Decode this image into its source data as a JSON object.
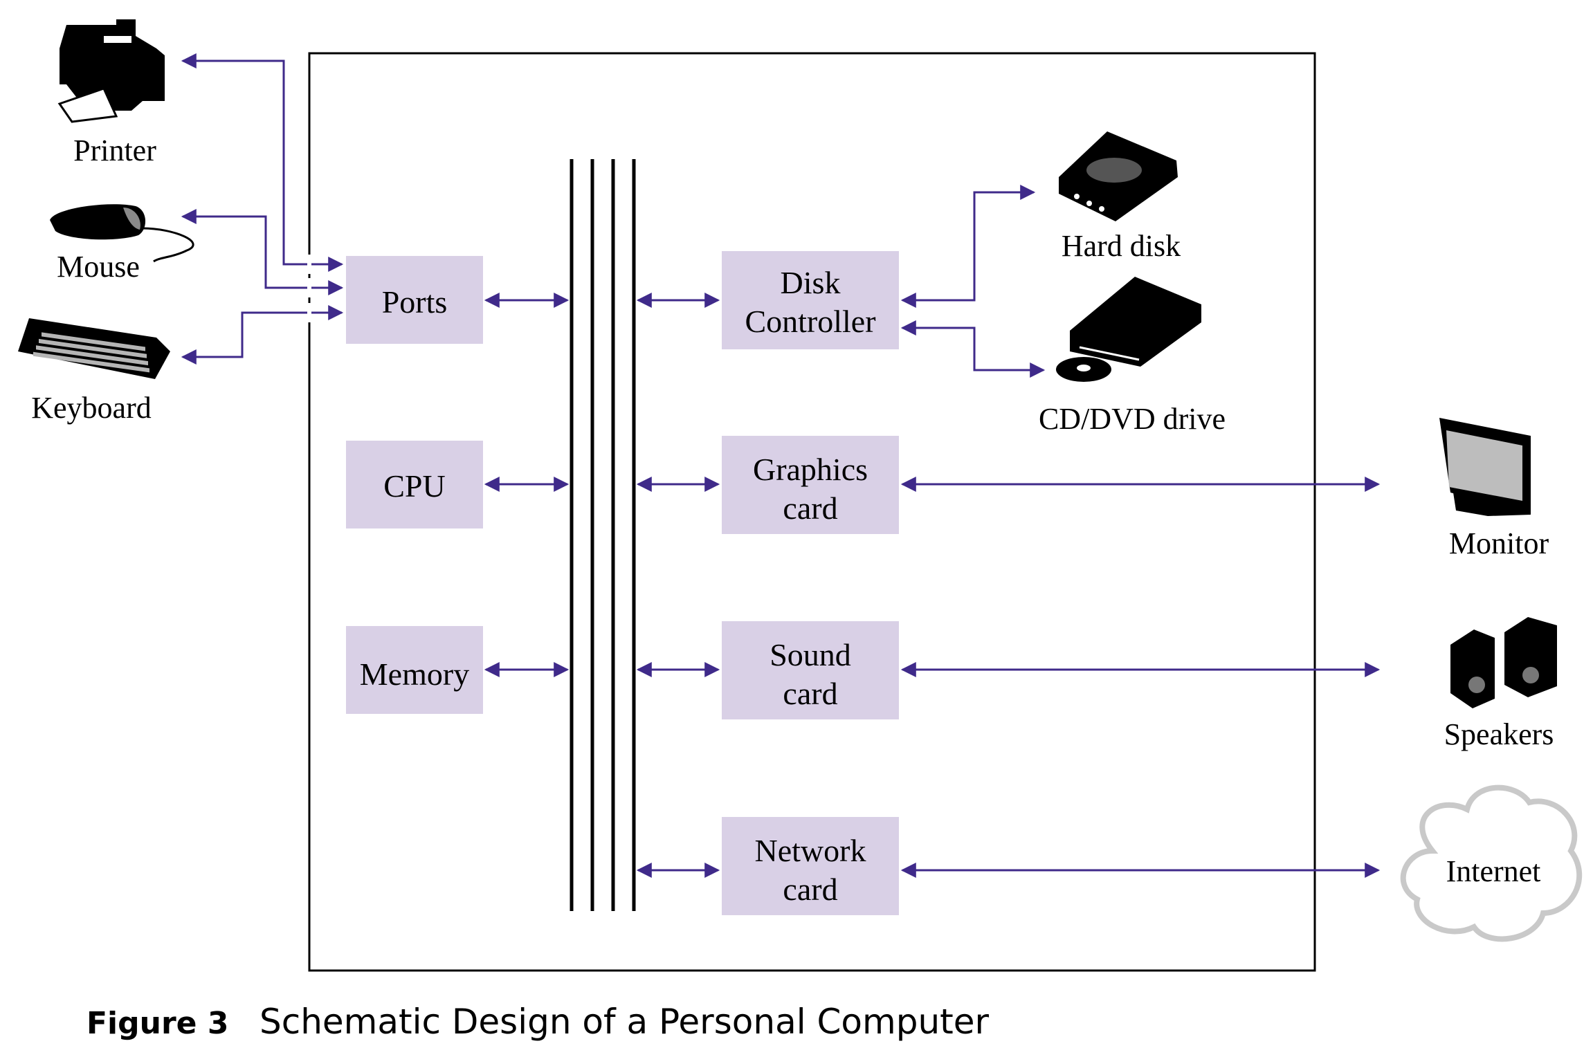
{
  "components": {
    "ports": "Ports",
    "cpu": "CPU",
    "memory": "Memory",
    "disk_controller": [
      "Disk",
      "Controller"
    ],
    "graphics_card": [
      "Graphics",
      "card"
    ],
    "sound_card": [
      "Sound",
      "card"
    ],
    "network_card": [
      "Network",
      "card"
    ]
  },
  "devices": {
    "printer": "Printer",
    "mouse": "Mouse",
    "keyboard": "Keyboard",
    "hard_disk": "Hard disk",
    "cd_dvd_drive": "CD/DVD drive",
    "monitor": "Monitor",
    "speakers": "Speakers",
    "internet": "Internet"
  },
  "caption": {
    "number": "Figure 3",
    "title": "Schematic Design of a Personal Computer"
  },
  "colors": {
    "component_fill": "#d9d0e6",
    "connector": "#3f2a8a",
    "bus": "#000000"
  }
}
